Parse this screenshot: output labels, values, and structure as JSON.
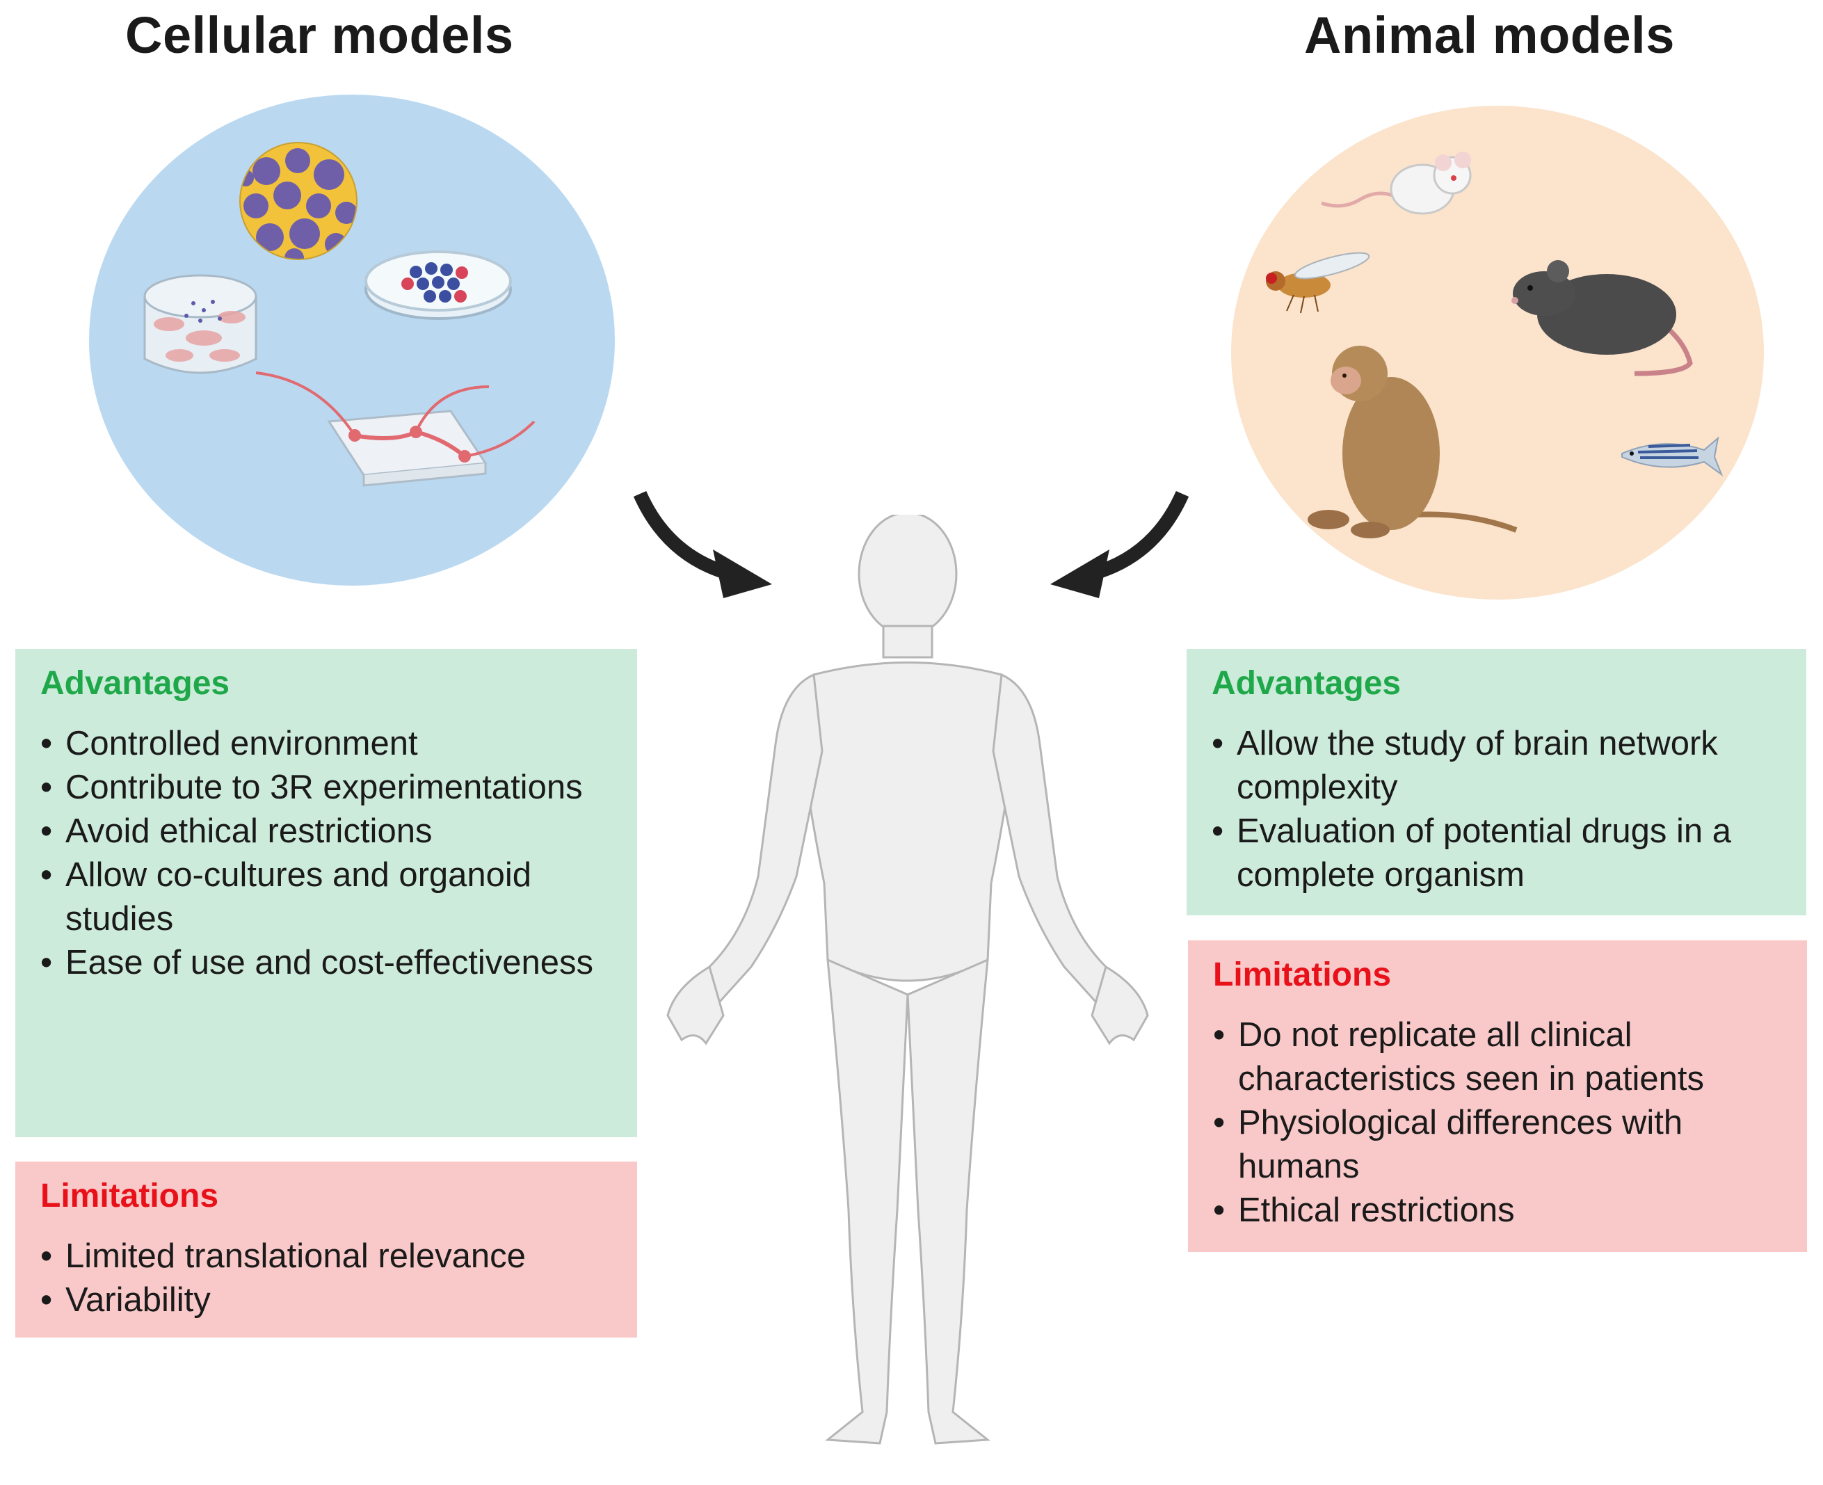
{
  "cellular": {
    "title": "Cellular models",
    "advantages": {
      "heading": "Advantages",
      "items": [
        "Controlled environment",
        "Contribute to 3R experimentations",
        "Avoid ethical restrictions",
        "Allow co-cultures and organoid studies",
        "Ease of use and cost-effectiveness"
      ]
    },
    "limitations": {
      "heading": "Limitations",
      "items": [
        "Limited translational relevance",
        "Variability"
      ]
    },
    "illustrations": [
      "organoid-sphere-icon",
      "petri-dish-icon",
      "3d-cell-culture-icon",
      "organ-on-chip-icon"
    ]
  },
  "animal": {
    "title": "Animal models",
    "advantages": {
      "heading": "Advantages",
      "items": [
        "Allow the study of brain network complexity",
        "Evaluation of potential drugs in a complete organism"
      ]
    },
    "limitations": {
      "heading": "Limitations",
      "items": [
        "Do not replicate all clinical characteristics seen in patients",
        "Physiological differences with humans",
        "Ethical restrictions"
      ]
    },
    "illustrations": [
      "mouse-icon",
      "fruit-fly-icon",
      "rat-icon",
      "monkey-icon",
      "zebrafish-icon"
    ]
  },
  "center": {
    "figure": "human-body-icon"
  },
  "colors": {
    "cellular_circle": "#bad9f1",
    "animal_circle": "#fbe3cc",
    "advantages_bg": "#cdebdb",
    "limitations_bg": "#f9c8c8",
    "advantages_heading": "#1fa84a",
    "limitations_heading": "#e8111a",
    "arrow": "#222222"
  }
}
